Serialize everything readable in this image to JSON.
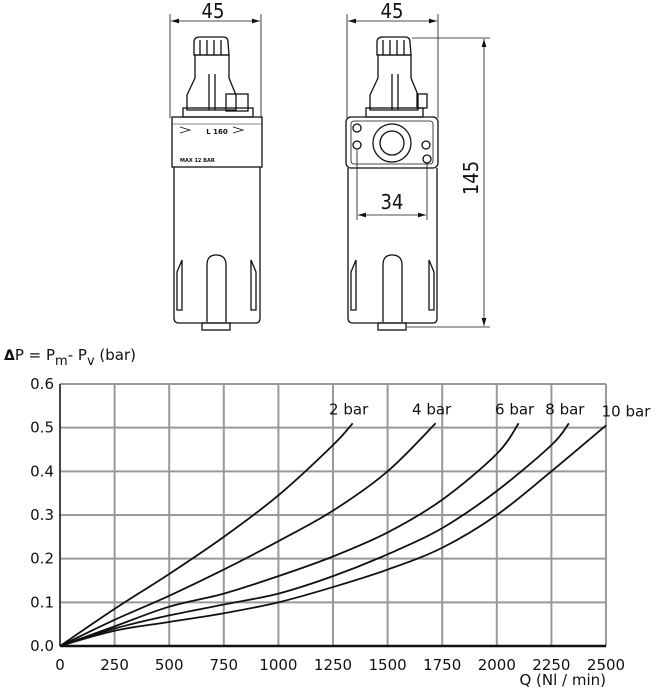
{
  "drawing": {
    "left_width_dim": "45",
    "right_width_dim": "45",
    "port_spacing_dim": "34",
    "height_dim": "145",
    "model_label": "L 160",
    "max_pressure_label": "MAX 12 BAR"
  },
  "chart_data": {
    "type": "line",
    "title": "",
    "ylabel_parts": {
      "delta": "Δ",
      "p": "P = P",
      "sub_m": "m",
      "dash": "- P",
      "sub_v": "v",
      "unit": " (bar)"
    },
    "xlabel": "Q (Nl / min)",
    "xlim": [
      0,
      2500
    ],
    "ylim": [
      0,
      0.6
    ],
    "xticks": [
      "0",
      "250",
      "500",
      "750",
      "1000",
      "1250",
      "1500",
      "1750",
      "2000",
      "2250",
      "2500"
    ],
    "yticks": [
      "0.0",
      "0.1",
      "0.2",
      "0.3",
      "0.4",
      "0.5",
      "0.6"
    ],
    "grid": true,
    "series": [
      {
        "name": "2 bar",
        "x": [
          0,
          250,
          500,
          750,
          1000,
          1250,
          1340
        ],
        "y": [
          0,
          0.085,
          0.165,
          0.25,
          0.345,
          0.46,
          0.51
        ]
      },
      {
        "name": "4 bar",
        "x": [
          0,
          250,
          500,
          750,
          1000,
          1250,
          1500,
          1720
        ],
        "y": [
          0,
          0.06,
          0.115,
          0.175,
          0.24,
          0.31,
          0.4,
          0.51
        ]
      },
      {
        "name": "6 bar",
        "x": [
          0,
          250,
          500,
          750,
          1000,
          1250,
          1500,
          1750,
          2000,
          2100
        ],
        "y": [
          0,
          0.045,
          0.09,
          0.12,
          0.16,
          0.205,
          0.26,
          0.335,
          0.44,
          0.51
        ]
      },
      {
        "name": "8 bar",
        "x": [
          0,
          250,
          500,
          750,
          1000,
          1250,
          1500,
          1750,
          2000,
          2250,
          2330
        ],
        "y": [
          0,
          0.04,
          0.07,
          0.095,
          0.12,
          0.16,
          0.21,
          0.27,
          0.355,
          0.46,
          0.51
        ]
      },
      {
        "name": "10 bar",
        "x": [
          0,
          250,
          500,
          750,
          1000,
          1250,
          1500,
          1750,
          2000,
          2250,
          2500
        ],
        "y": [
          0,
          0.035,
          0.055,
          0.075,
          0.1,
          0.135,
          0.175,
          0.225,
          0.3,
          0.4,
          0.505
        ]
      }
    ]
  }
}
